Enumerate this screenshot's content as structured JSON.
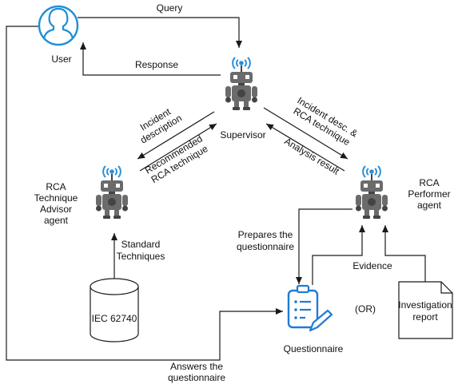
{
  "nodes": {
    "user": "User",
    "supervisor": "Supervisor",
    "advisor": [
      "RCA",
      "Technique",
      "Advisor",
      "agent"
    ],
    "performer": [
      "RCA",
      "Performer",
      "agent"
    ],
    "standard": [
      "Standard",
      "Techniques"
    ],
    "iec": "IEC 62740",
    "questionnaire": "Questionnaire",
    "report": [
      "Investigation",
      "report"
    ]
  },
  "edges": {
    "query": "Query",
    "response": "Response",
    "incident_description": [
      "Incident",
      "description"
    ],
    "recommended": [
      "Recommended",
      "RCA technique"
    ],
    "incident_desc_rca": [
      "Incident desc. &",
      "RCA technique"
    ],
    "analysis_result": "Analysis result",
    "prepares": [
      "Prepares the",
      "questionnaire"
    ],
    "evidence": "Evidence",
    "or": "(OR)",
    "answers": [
      "Answers the",
      "questionnaire"
    ]
  },
  "colors": {
    "user_icon": "#1e8fd6",
    "robot_body": "#6b6b6b",
    "robot_dark": "#444444",
    "robot_antenna": "#2b8fd6",
    "questionnaire_icon": "#1f7bd6"
  }
}
